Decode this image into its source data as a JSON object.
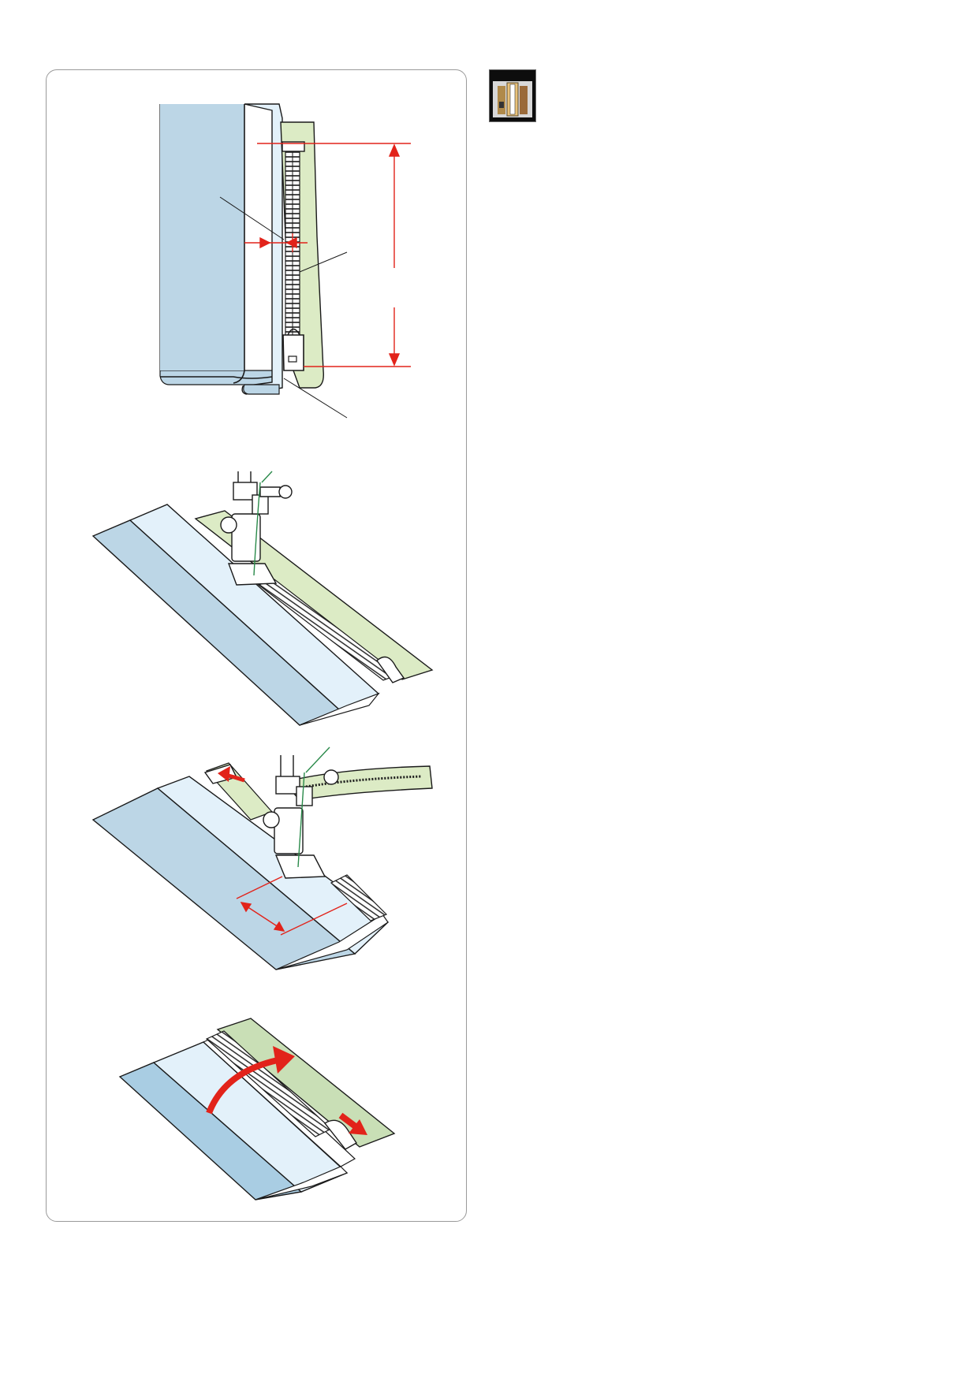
{
  "page": {
    "background": "#ffffff",
    "panel_border": "#9a9a9a"
  },
  "icon": {
    "name": "zipper-foot-stitch-icon",
    "label": "",
    "accent": "#e8323a"
  },
  "colors": {
    "fabric_dark": "#bcd6e6",
    "fabric_light": "#e3f1fa",
    "zipper_tape": "#dcebc5",
    "zipper_tape_dark": "#c9dfb6",
    "guide_red": "#e2231a",
    "thread_green": "#2a8a4a",
    "outline": "#1a1a1a"
  },
  "figures": [
    {
      "name": "zipper-placement-diagram"
    },
    {
      "name": "sewing-left-side-diagram"
    },
    {
      "name": "moving-slider-diagram"
    },
    {
      "name": "finished-zipper-diagram"
    }
  ]
}
